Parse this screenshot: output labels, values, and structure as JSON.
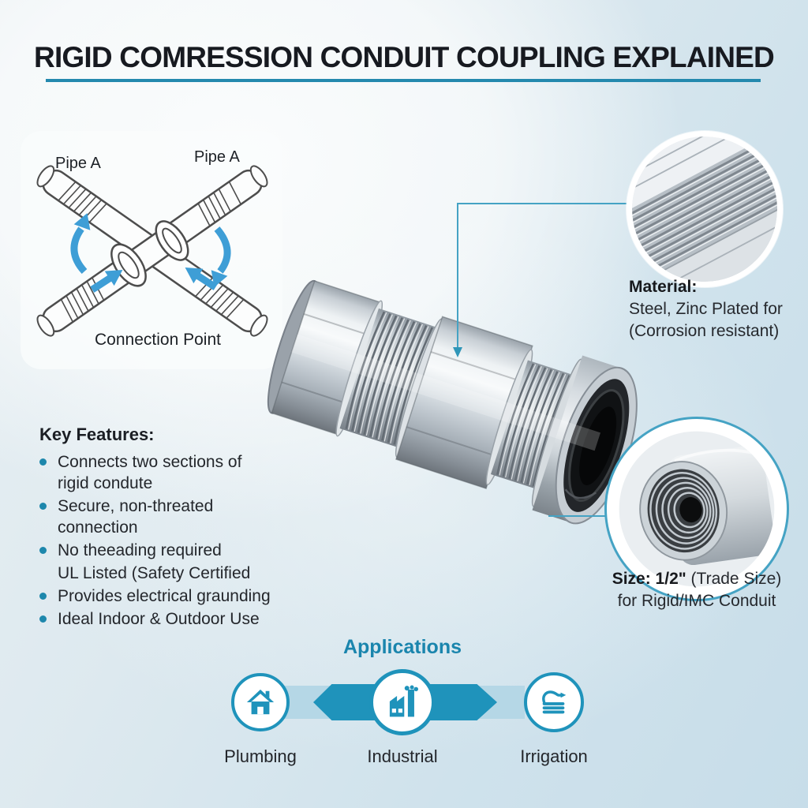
{
  "title": "RIGID COMRESSION CONDUIT COUPLING EXPLAINED",
  "pipes_diagram": {
    "pipe_a_left_label": "Pipe A",
    "pipe_a_right_label": "Pipe A",
    "connection_point_label": "Connection Point"
  },
  "key_features": {
    "heading": "Key Features:",
    "items": [
      {
        "text": "Connects two sections of\nrigid condute"
      },
      {
        "text": "Secure, non-threated\nconnection"
      },
      {
        "text": "No theeading required"
      },
      {
        "text": "UL Listed (Safety Certified"
      },
      {
        "text": "Provides electrical graunding"
      },
      {
        "text": "Ideal Indoor & Outdoor Use"
      }
    ]
  },
  "material_callout": {
    "heading": "Material:",
    "line1": "Steel, Zinc Plated for",
    "line2": "(Corrosion resistant)"
  },
  "size_callout": {
    "line1_bold": "Size: 1/2\"",
    "line1_rest": " (Trade Size)",
    "line2": "for Rigid/IMC Conduit"
  },
  "applications": {
    "heading": "Applications",
    "items": [
      {
        "label": "Plumbing",
        "icon": "house-icon"
      },
      {
        "label": "Industrial",
        "icon": "factory-icon"
      },
      {
        "label": "Irrigation",
        "icon": "hose-icon"
      }
    ]
  },
  "colors": {
    "accent_teal": "#1f93bb",
    "underline_teal": "#2489ae",
    "leader_line_teal": "#45a3c4",
    "diagram_arrow_blue": "#3e9ed6",
    "band_light_blue": "#b5d7e6",
    "title_text": "#171a20",
    "body_text": "#26292e"
  }
}
